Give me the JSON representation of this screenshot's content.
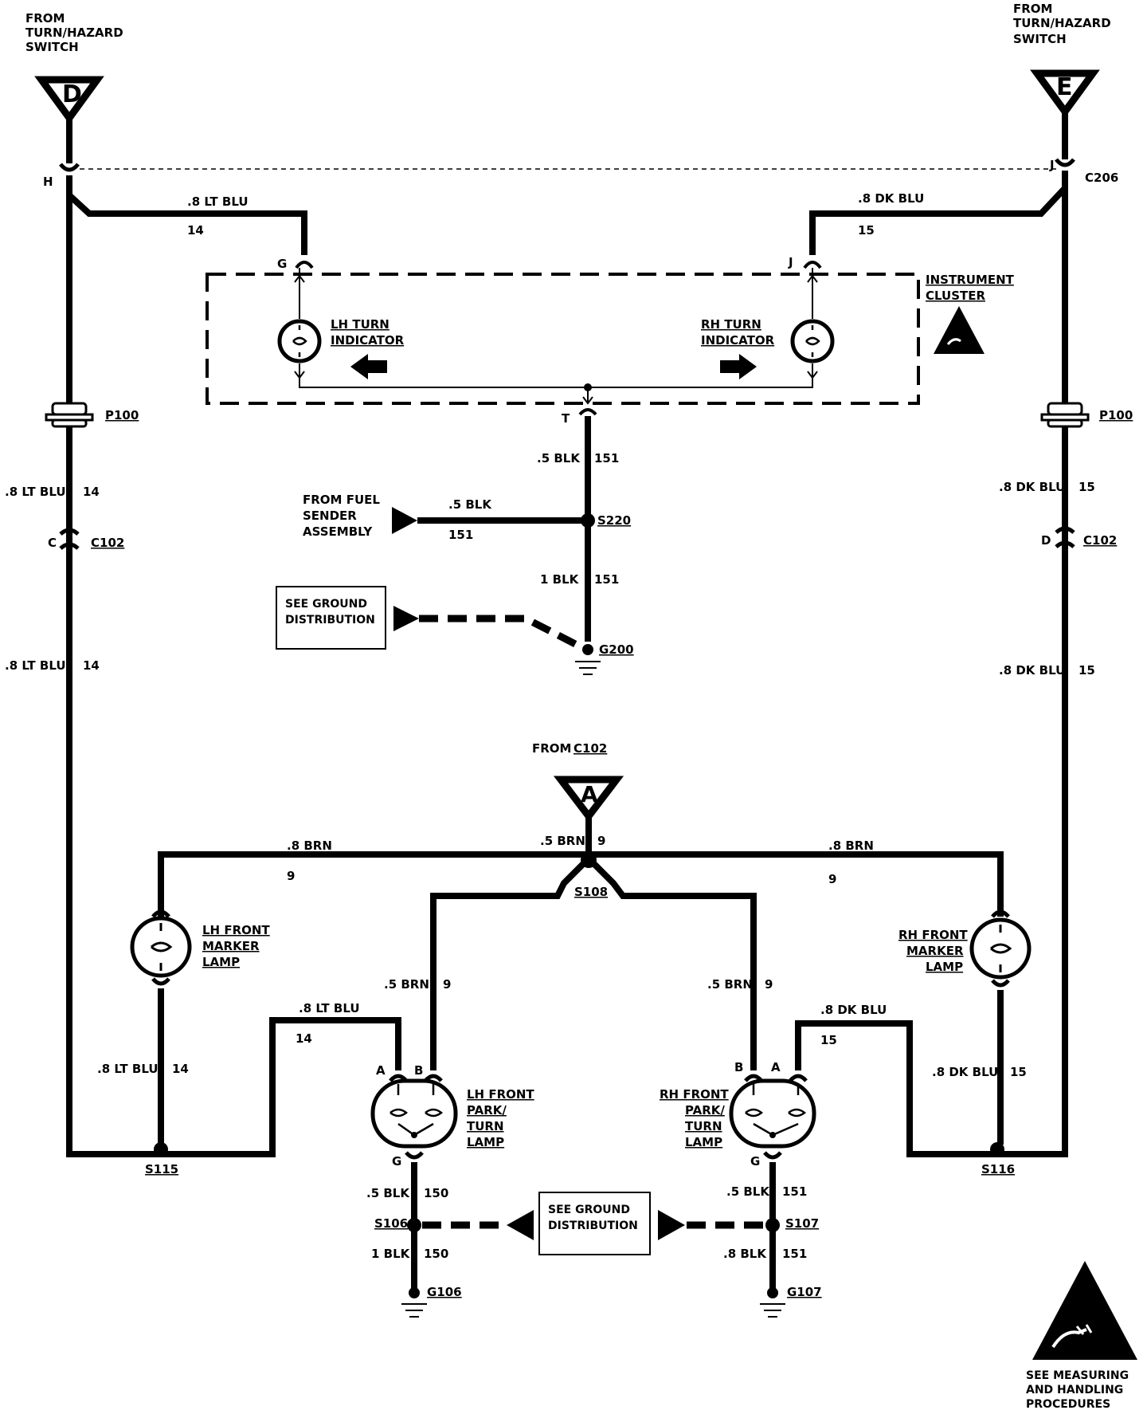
{
  "top_left": {
    "from_line1": "FROM",
    "from_line2": "TURN/HAZARD",
    "from_line3": "SWITCH",
    "connector": "D"
  },
  "top_right": {
    "from_line1": "FROM",
    "from_line2": "TURN/HAZARD",
    "from_line3": "SWITCH",
    "connector": "E"
  },
  "pins": {
    "H": "H",
    "J_top": "J",
    "G_top": "G",
    "J_cluster": "J",
    "T": "T",
    "C": "C",
    "D": "D",
    "A_lh": "A",
    "B_lh": "B",
    "G_lh": "G",
    "B_rh": "B",
    "A_rh": "A",
    "G_rh": "G"
  },
  "connectors": {
    "c206": "C206",
    "p100_left": "P100",
    "p100_right": "P100",
    "c102_left": "C102",
    "c102_right": "C102"
  },
  "wires": {
    "lt_blu_08": ".8 LT BLU",
    "dk_blu_08": ".8 DK BLU",
    "n14": "14",
    "n15": "15",
    "blk_05": ".5 BLK",
    "blk_1": "1 BLK",
    "blk_08": ".8 BLK",
    "n151": "151",
    "n150": "150",
    "brn_08": ".8 BRN",
    "brn_05": ".5 BRN",
    "n9": "9"
  },
  "cluster": {
    "title1": "INSTRUMENT",
    "title2": "CLUSTER",
    "lh1": "LH TURN",
    "lh2": "INDICATOR",
    "rh1": "RH TURN",
    "rh2": "INDICATOR"
  },
  "fuel": {
    "l1": "FROM FUEL",
    "l2": "SENDER",
    "l3": "ASSEMBLY"
  },
  "ground_box": {
    "l1": "SEE GROUND",
    "l2": "DISTRIBUTION"
  },
  "splices": {
    "s220": "S220",
    "g200": "G200",
    "s108": "S108",
    "s115": "S115",
    "s116": "S116",
    "s106": "S106",
    "s107": "S107",
    "g106": "G106",
    "g107": "G107"
  },
  "from_c102": {
    "from": "FROM",
    "c102": "C102",
    "connector": "A"
  },
  "lamps": {
    "lh_marker": [
      "LH FRONT",
      "MARKER",
      "LAMP"
    ],
    "rh_marker": [
      "RH FRONT",
      "MARKER",
      "LAMP"
    ],
    "lh_park": [
      "LH FRONT",
      "PARK/",
      "TURN",
      "LAMP"
    ],
    "rh_park": [
      "RH FRONT",
      "PARK/",
      "TURN",
      "LAMP"
    ]
  },
  "esd_note": [
    "SEE MEASURING",
    "AND HANDLING",
    "PROCEDURES"
  ]
}
